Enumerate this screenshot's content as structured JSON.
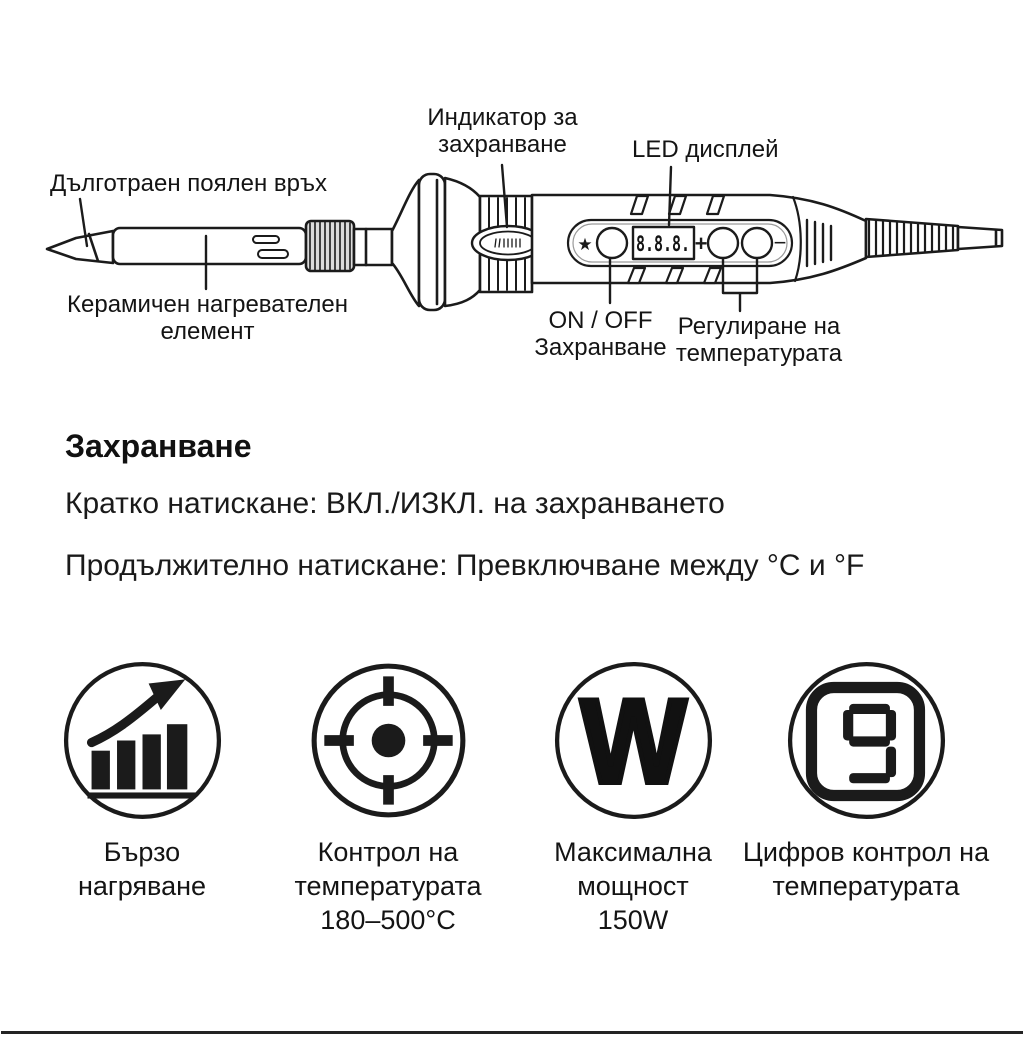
{
  "diagram": {
    "callouts": {
      "power_indicator_line1": "Индикатор за",
      "power_indicator_line2": "захранване",
      "led_display": "LED дисплей",
      "tip": "Дълготраен поялен връх",
      "heater_line1": "Керамичен нагревателен",
      "heater_line2": "елемент",
      "power_button_line1": "ON / OFF",
      "power_button_line2": "Захранване",
      "temp_adjust_line1": "Регулиране на",
      "temp_adjust_line2": "температурата"
    },
    "device": {
      "led_value": "8.8.8.",
      "star_symbol": "★",
      "plus_symbol": "+",
      "minus_symbol": "−"
    }
  },
  "power_section": {
    "heading": "Захранване",
    "short_press": "Кратко натискане: ВКЛ./ИЗКЛ. на захранването",
    "long_press": "Продължително натискане: Превключване между °C и °F"
  },
  "features": [
    {
      "line1": "Бързо",
      "line2": "нагряване",
      "line3": ""
    },
    {
      "line1": "Контрол на",
      "line2": "температурата",
      "line3": "180–500°C"
    },
    {
      "line1": "Максимална",
      "line2": "мощност",
      "line3": "150W",
      "symbol": "W"
    },
    {
      "line1": "Цифров контрол на",
      "line2": "температурата",
      "line3": ""
    }
  ]
}
